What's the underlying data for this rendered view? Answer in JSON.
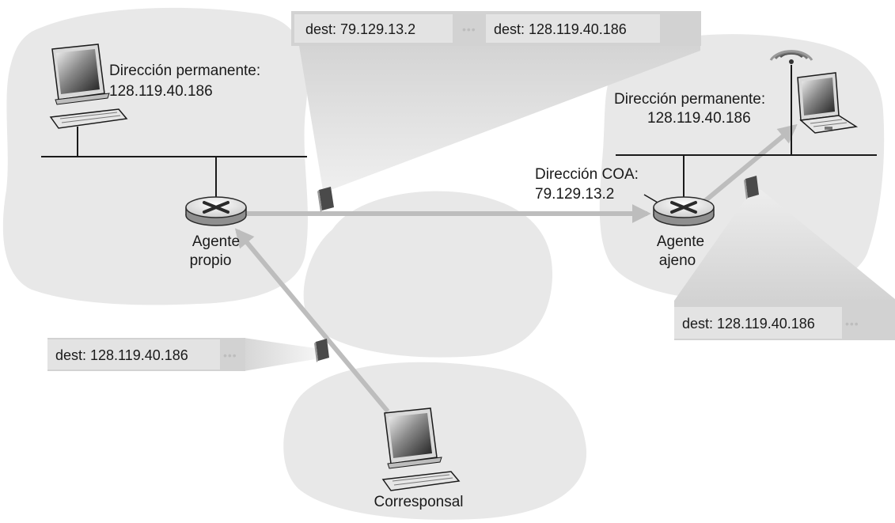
{
  "home_network": {
    "host_label_line1": "Dirección permanente:",
    "host_label_line2": "128.119.40.186",
    "router_label_line1": "Agente",
    "router_label_line2": "propio"
  },
  "foreign_network": {
    "host_label_line1": "Dirección permanente:",
    "host_label_line2": "128.119.40.186",
    "coa_label_line1": "Dirección COA:",
    "coa_label_line2": "79.129.13.2",
    "router_label_line1": "Agente",
    "router_label_line2": "ajeno"
  },
  "correspondent": {
    "label": "Corresponsal"
  },
  "packets": {
    "tunnel_outer": "dest: 79.129.13.2",
    "tunnel_inner": "dest: 128.119.40.186",
    "correspondent_packet": "dest: 128.119.40.186",
    "delivered_packet": "dest: 128.119.40.186",
    "ellipsis": "•••"
  },
  "colors": {
    "network_cloud": "#e8e8e8",
    "arrow": "#bdbdbd",
    "packet_box": "#e3e3e3",
    "packet_tail": "#d2d2d2",
    "wire": "#1a1a1a"
  }
}
